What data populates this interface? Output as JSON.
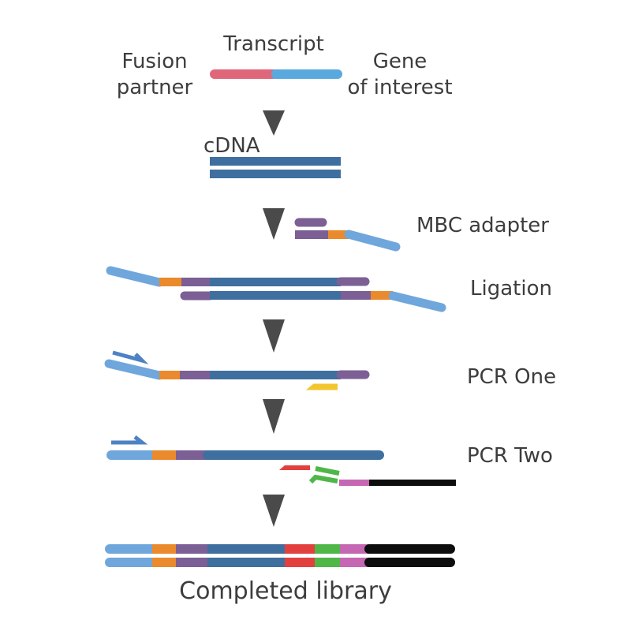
{
  "labels": {
    "transcript": "Transcript",
    "fusion_partner_line1": "Fusion",
    "fusion_partner_line2": "partner",
    "gene_line1": "Gene",
    "gene_line2": "of interest",
    "cdna": "cDNA",
    "mbc_adapter": "MBC adapter",
    "ligation": "Ligation",
    "pcr_one": "PCR One",
    "pcr_two": "PCR Two",
    "completed_library": "Completed library"
  },
  "colors": {
    "fusion_partner": "#e0677a",
    "gene_of_interest": "#5aa9de",
    "cdna": "#3f6f9f",
    "adapter_purple": "#7b5f95",
    "barcode_orange": "#ea8a2c",
    "adapter_tail": "#6fa6dc",
    "primer_blue": "#4d82c4",
    "primer_yellow": "#f3c52e",
    "primer_red": "#e2403f",
    "primer_green": "#4fb748",
    "index_pink": "#c567b3",
    "sequencer_black": "#0d0d0d",
    "arrow_gray": "#4a4a4a"
  },
  "icons": {
    "step_arrow": "down-triangle-arrow-icon",
    "primer": "half-arrow-primer-icon"
  }
}
